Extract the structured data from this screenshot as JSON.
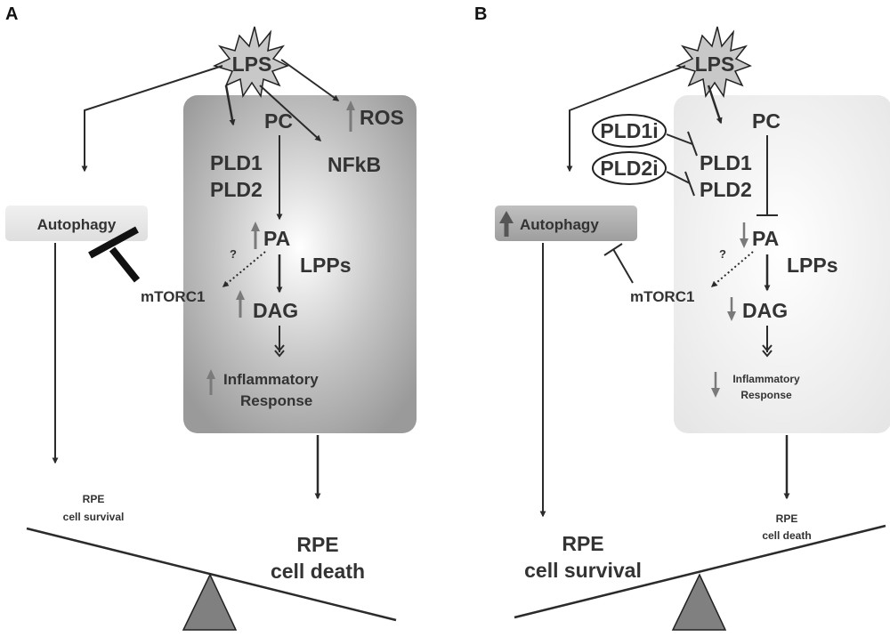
{
  "panel_a": {
    "panel_label": "A",
    "lps": "LPS",
    "ros": "ROS",
    "pc": "PC",
    "nfkb": "NFkB",
    "pld1": "PLD1",
    "pld2": "PLD2",
    "autophagy": "Autophagy",
    "pa": "PA",
    "question": "?",
    "lpps": "LPPs",
    "mtorc1": "mTORC1",
    "dag": "DAG",
    "inflammatory_line1": "Inflammatory",
    "inflammatory_line2": "Response",
    "survival_line1": "RPE",
    "survival_line2": "cell survival",
    "death_line1": "RPE",
    "death_line2": "cell death"
  },
  "panel_b": {
    "panel_label": "B",
    "lps": "LPS",
    "pc": "PC",
    "pld1i": "PLD1i",
    "pld2i": "PLD2i",
    "pld1": "PLD1",
    "pld2": "PLD2",
    "autophagy": "Autophagy",
    "pa": "PA",
    "question": "?",
    "lpps": "LPPs",
    "mtorc1": "mTORC1",
    "dag": "DAG",
    "inflammatory_line1": "Inflammatory",
    "inflammatory_line2": "Response",
    "survival_line1": "RPE",
    "survival_line2": "cell survival",
    "death_line1": "RPE",
    "death_line2": "cell death"
  },
  "colors": {
    "arrow": "#2b2b2b",
    "up_arrow": "#7a7a7a",
    "star_fill": "#c8c8c8",
    "fulcrum": "#808080"
  }
}
